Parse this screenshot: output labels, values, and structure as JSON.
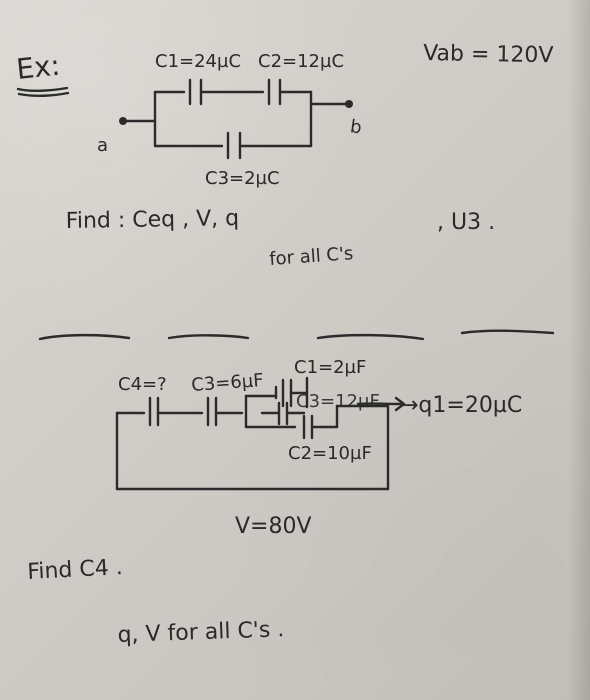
{
  "header": {
    "example_label": "Ex:",
    "vab": "Vab = 120V"
  },
  "circuit1": {
    "c1": "C1=24µC",
    "c2": "C2=12µC",
    "c3": "C3=2µC",
    "node_a": "a",
    "node_b": "b"
  },
  "find1": {
    "text": "Find : Ceq ,  V, q",
    "subtext": "for all C's",
    "u3": ", U3 ."
  },
  "circuit2": {
    "c4": "C4=?",
    "c3": "C3=6µF",
    "c1": "C1=2µF",
    "c3b": "C3=12µF",
    "q1": "→q1=20µC",
    "c2": "C2=10µF",
    "voltage": "V=80V"
  },
  "find2": {
    "line1": "Find  C4 .",
    "line2": "q, V  for all C's ."
  },
  "colors": {
    "paper": "#cfcbc6",
    "ink": "#2b2b2b"
  }
}
